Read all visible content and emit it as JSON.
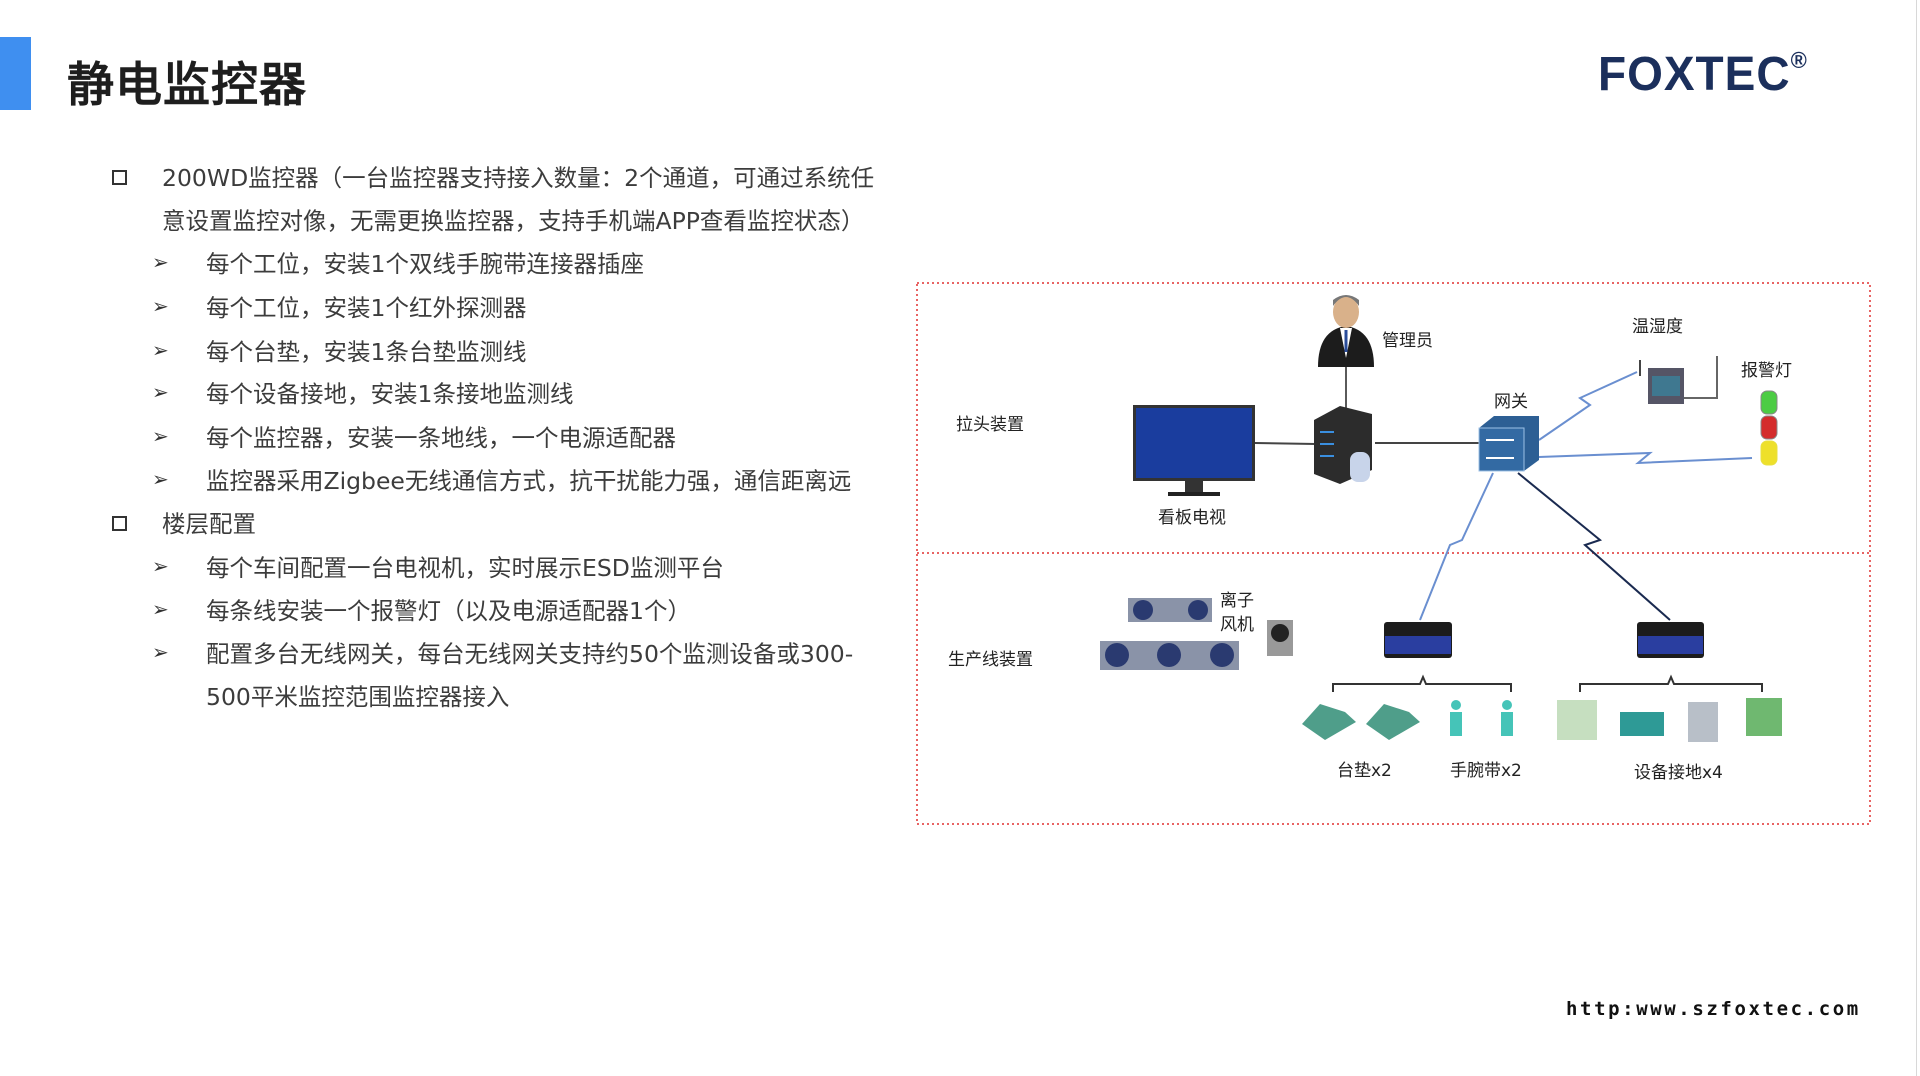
{
  "header": {
    "title": "静电监控器",
    "logo": "FOXTEC",
    "logo_mark": "®"
  },
  "content": {
    "sections": [
      {
        "line1": "200WD监控器（一台监控器支持接入数量：2个通道，可通过系统任",
        "line2": "意设置监控对像，无需更换监控器，支持手机端APP查看监控状态）",
        "items": [
          "每个工位，安装1个双线手腕带连接器插座",
          "每个工位，安装1个红外探测器",
          "每个台垫，安装1条台垫监测线",
          "每个设备接地，安装1条接地监测线",
          "每个监控器，安装一条地线，一个电源适配器",
          "监控器采用Zigbee无线通信方式，抗干扰能力强，通信距离远"
        ]
      },
      {
        "line1": "楼层配置",
        "items": [
          "每个车间配置一台电视机，实时展示ESD监测平台",
          "每条线安装一个报警灯（以及电源适配器1个）",
          "配置多台无线网关，每台无线网关支持约50个监测设备或300-"
        ],
        "continuation": "500平米监控范围监控器接入"
      }
    ]
  },
  "diagram": {
    "zone_top": "拉头装置",
    "zone_bottom": "生产线装置",
    "manager": "管理员",
    "tv": "看板电视",
    "gateway": "网关",
    "temp": "温湿度",
    "alarm": "报警灯",
    "fan1": "离子",
    "fan2": "风机",
    "mat": "台垫x2",
    "wrist": "手腕带x2",
    "ground": "设备接地x4",
    "colors": {
      "border": "#e03030",
      "mat": "#4f9e8a",
      "person": "#45c4b8"
    }
  },
  "footer": {
    "url": "http:www.szfoxtec.com"
  }
}
